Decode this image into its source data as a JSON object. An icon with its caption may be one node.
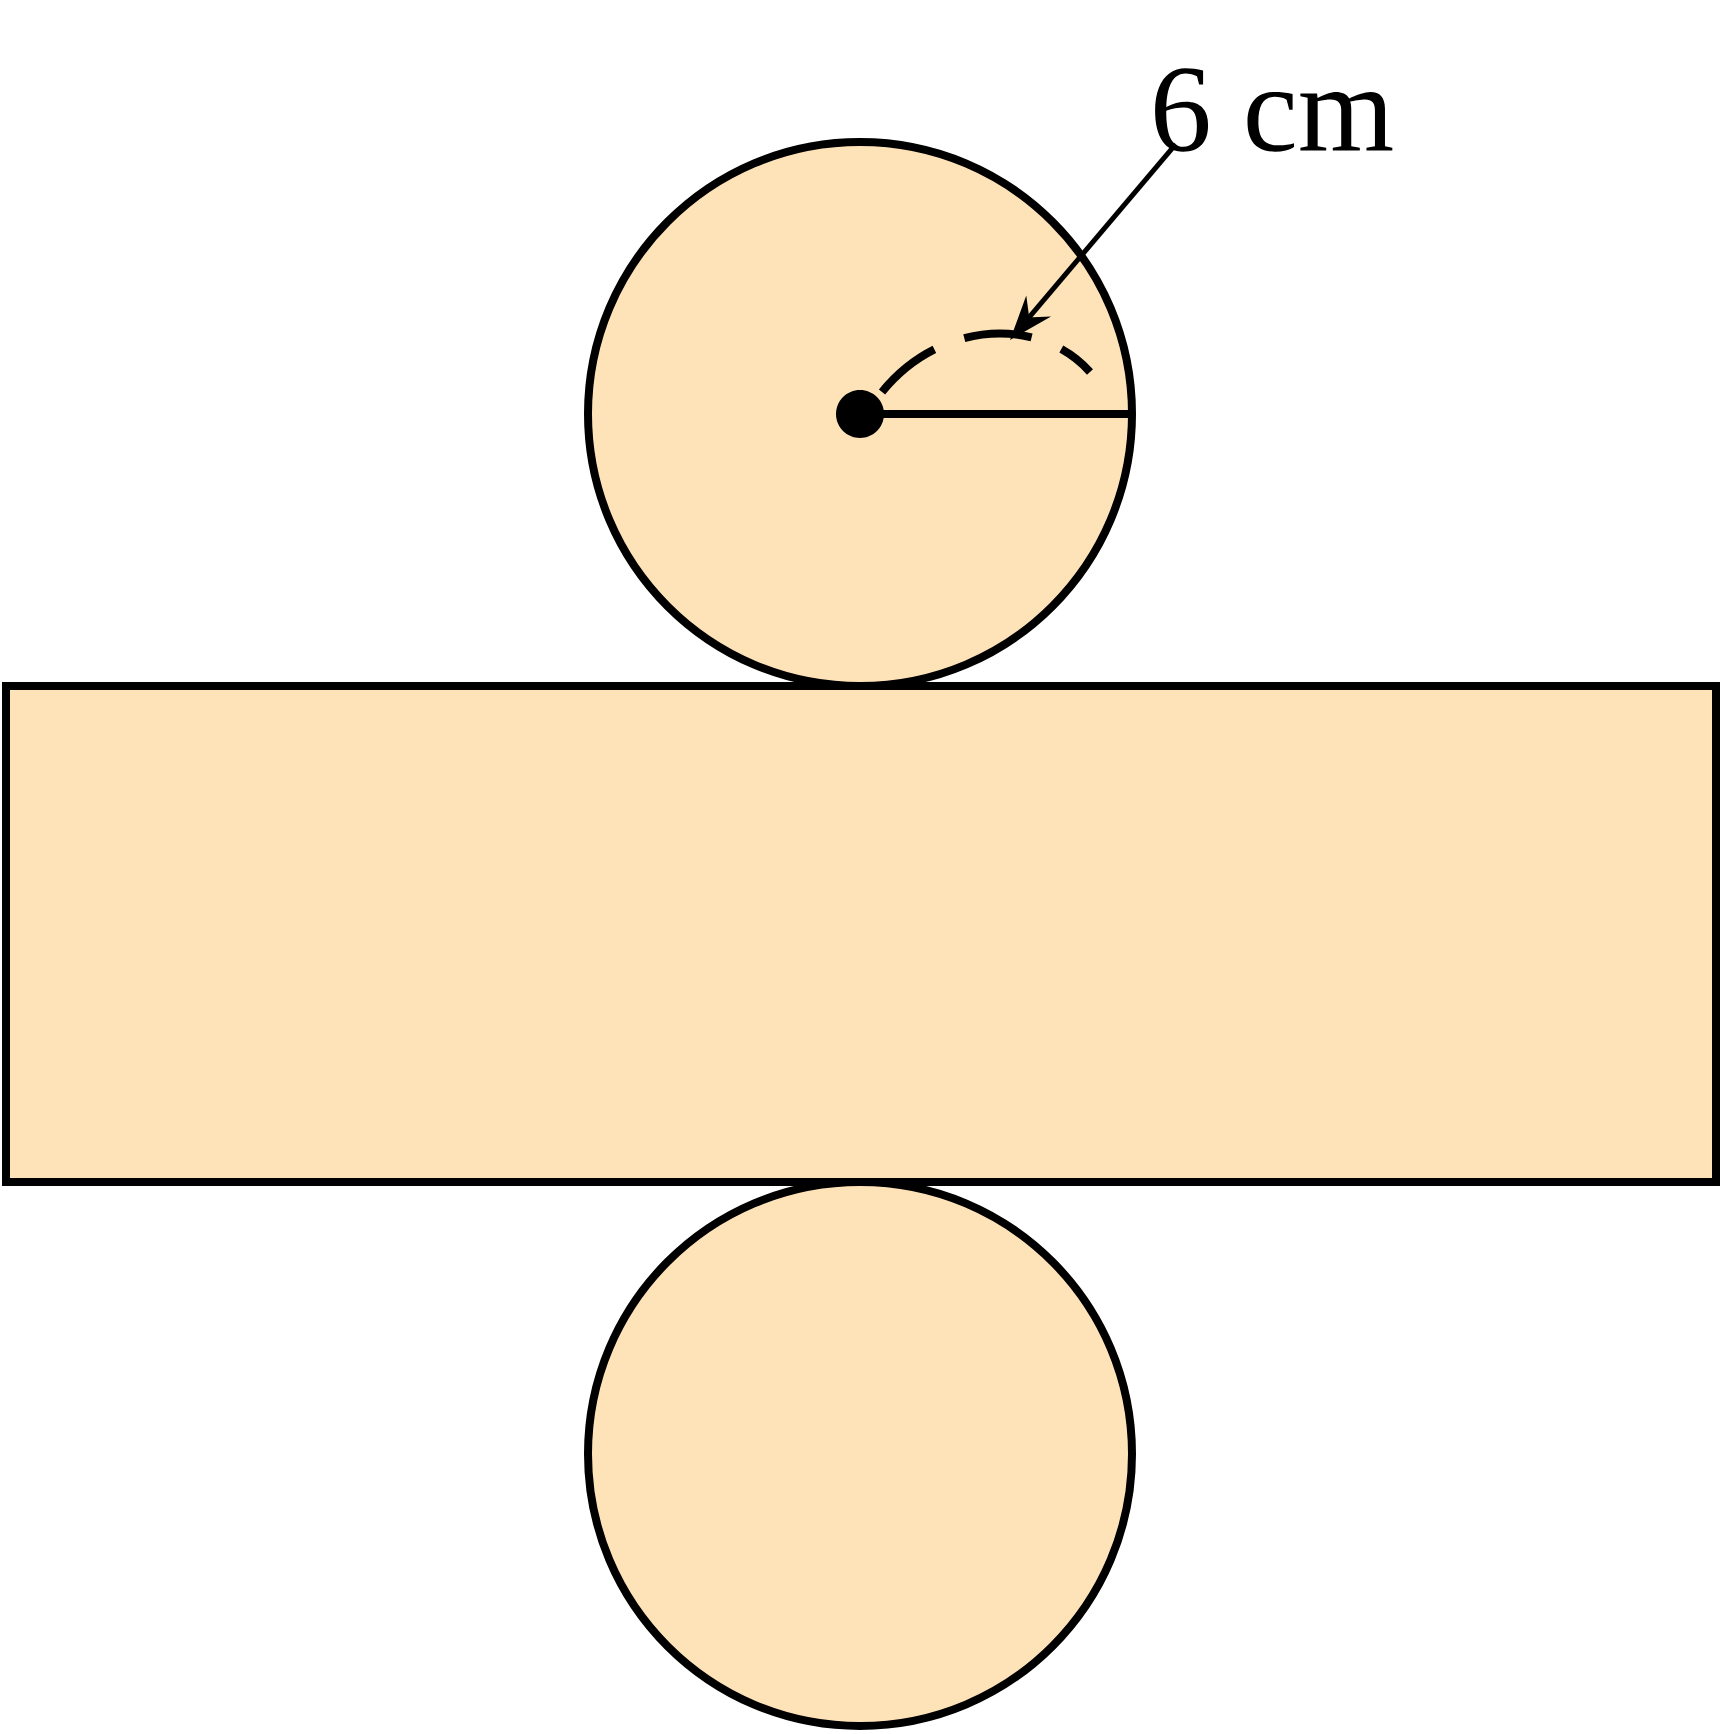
{
  "diagram": {
    "nodes": [
      {
        "text": [],
        "shape": "circle"
      },
      {
        "text": [],
        "shape": "box"
      },
      {
        "text": [],
        "shape": "circle"
      },
      {
        "text": [
          "6 cm"
        ]
      }
    ],
    "edges": [
      {
        "from": 3,
        "to": 0,
        "arrow": "to"
      }
    ]
  }
}
